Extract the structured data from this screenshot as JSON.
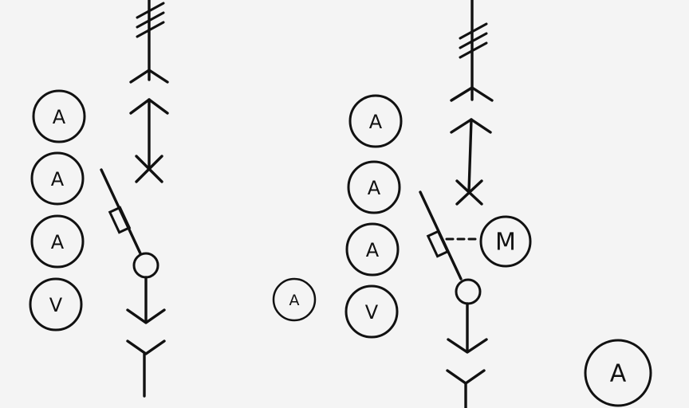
{
  "meters": {
    "left": [
      "A",
      "A",
      "A",
      "V"
    ],
    "right": [
      "A",
      "A",
      "A",
      "V"
    ],
    "standalone_small": "A",
    "standalone_large": "A"
  },
  "motor_label": "M"
}
